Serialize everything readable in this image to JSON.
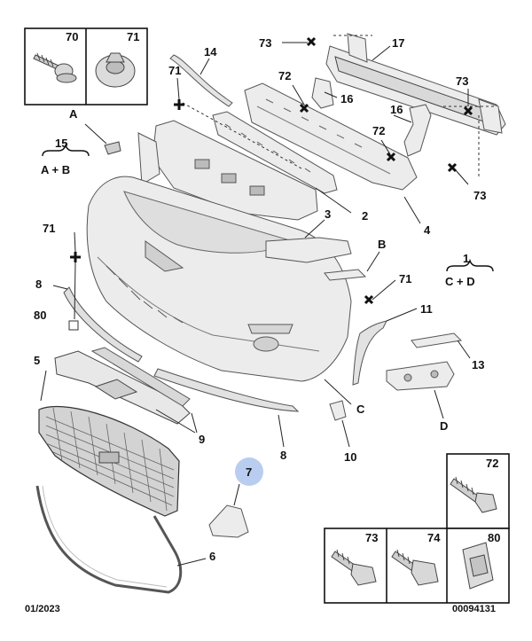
{
  "callouts": {
    "c70": "70",
    "c71_box": "71",
    "c14": "14",
    "c73_top": "73",
    "c17": "17",
    "c71_a": "71",
    "c72_a": "72",
    "c16_a": "16",
    "c73_right": "73",
    "cA": "A",
    "c16_b": "16",
    "c72_b": "72",
    "c15": "15",
    "c15_sub": "A + B",
    "c73_lower": "73",
    "c2": "2",
    "c4": "4",
    "c71_b": "71",
    "c3": "3",
    "cB": "B",
    "c1": "1",
    "c1_sub": "C + D",
    "c8_left": "8",
    "c71_c": "71",
    "c80_left": "80",
    "c11": "11",
    "c5": "5",
    "c13": "13",
    "cC": "C",
    "c9": "9",
    "cD": "D",
    "c7": "7",
    "c8_bottom": "8",
    "c10": "10",
    "c72_box": "72",
    "c6": "6",
    "c73_box": "73",
    "c74_box": "74",
    "c80_box": "80"
  },
  "footer": {
    "date": "01/2023",
    "reference": "00094131"
  },
  "colors": {
    "highlight_circle": "#b8cdf0",
    "part_fill": "#ececec",
    "outline": "#111111"
  }
}
